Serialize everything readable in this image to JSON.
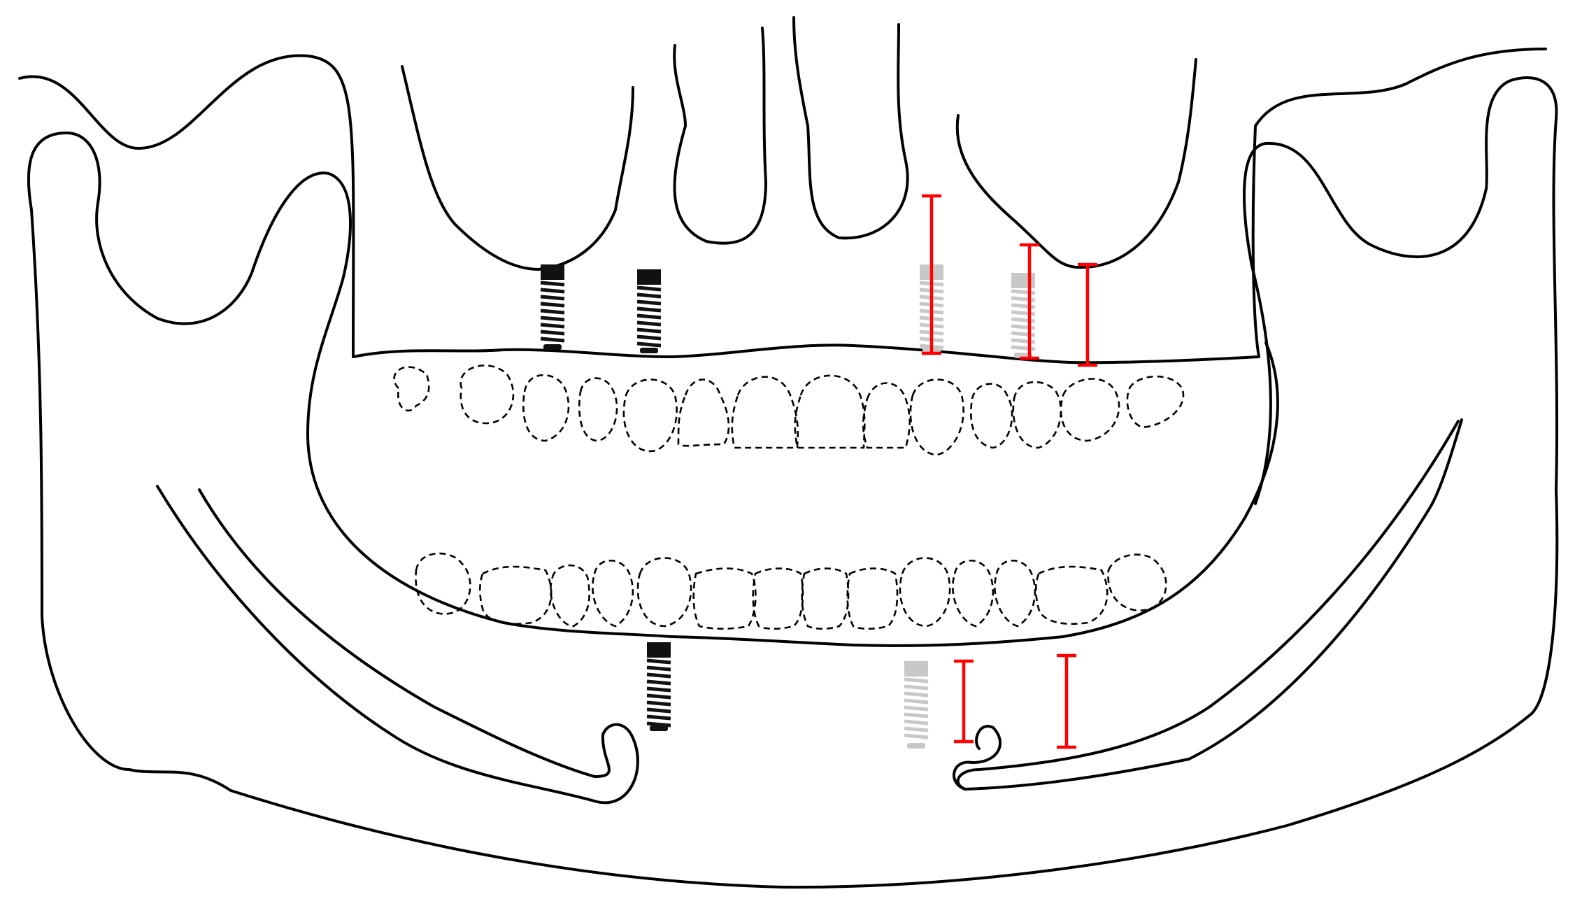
{
  "colors": {
    "outline": "#000000",
    "measurement": "#ff0000",
    "implant_present": "#111111",
    "implant_planned": "#c8c8c8",
    "background": "#ffffff"
  },
  "figure": {
    "upper_teeth_count": 14,
    "lower_teeth_count": 14,
    "implants": [
      {
        "arch": "upper",
        "side": "right",
        "position": 1,
        "status": "present"
      },
      {
        "arch": "upper",
        "side": "right",
        "position": 2,
        "status": "present"
      },
      {
        "arch": "upper",
        "side": "left",
        "position": 1,
        "status": "planned"
      },
      {
        "arch": "upper",
        "side": "left",
        "position": 2,
        "status": "planned"
      },
      {
        "arch": "lower",
        "side": "right",
        "position": 1,
        "status": "present"
      },
      {
        "arch": "lower",
        "side": "left",
        "position": 1,
        "status": "planned"
      }
    ],
    "measurements": [
      {
        "arch": "upper",
        "index": 1
      },
      {
        "arch": "upper",
        "index": 2
      },
      {
        "arch": "upper",
        "index": 3
      },
      {
        "arch": "lower",
        "index": 1
      },
      {
        "arch": "lower",
        "index": 2
      }
    ]
  }
}
